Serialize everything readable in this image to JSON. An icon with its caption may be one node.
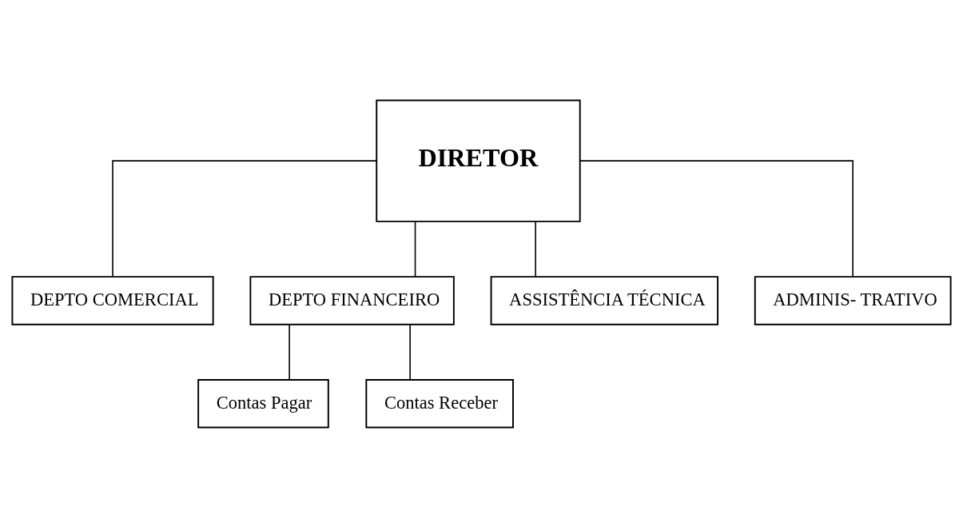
{
  "diagram": {
    "nodes": [
      {
        "text": [
          "DIRETOR"
        ]
      },
      {
        "text": [
          "DEPTO COMERCIAL"
        ]
      },
      {
        "text": [
          "DEPTO FINANCEIRO"
        ]
      },
      {
        "text": [
          "ASSISTÊNCIA TÉCNICA"
        ]
      },
      {
        "text": [
          "ADMINIS- TRATIVO"
        ]
      },
      {
        "text": [
          "Contas Pagar"
        ]
      },
      {
        "text": [
          "Contas Receber"
        ]
      }
    ],
    "edges": [
      {
        "from": 0,
        "to": 1,
        "arrow": "none"
      },
      {
        "from": 0,
        "to": 2,
        "arrow": "none"
      },
      {
        "from": 0,
        "to": 3,
        "arrow": "none"
      },
      {
        "from": 0,
        "to": 4,
        "arrow": "none"
      },
      {
        "from": 2,
        "to": 5,
        "arrow": "none"
      },
      {
        "from": 2,
        "to": 6,
        "arrow": "none"
      }
    ]
  }
}
